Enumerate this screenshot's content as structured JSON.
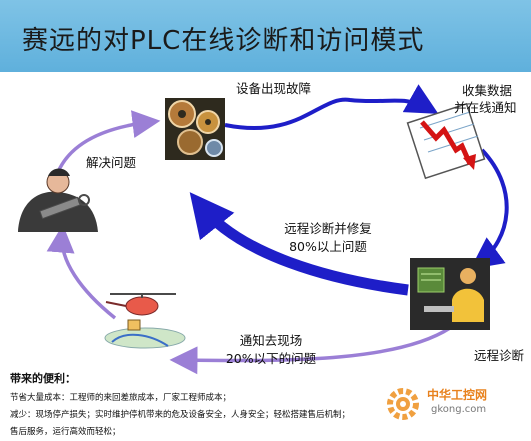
{
  "header": {
    "title": "赛远的对PLC在线诊断和访问模式"
  },
  "flow": {
    "fault": "设备出现故障",
    "collect_line1": "收集数据",
    "collect_line2": "并在线通知",
    "remote_repair_line1": "远程诊断并修复",
    "remote_repair_line2": "80%以上问题",
    "remote_diagnosis": "远程诊断",
    "onsite_line1": "通知去现场",
    "onsite_line2": "20%以下的问题",
    "solve": "解决问题"
  },
  "benefits": {
    "title": "带来的便利：",
    "line1": "节省大量成本：工程师的来回差旅成本，厂家工程师成本；",
    "line2": "减少：现场停产损失；实时维护停机带来的危及设备安全，人身安全；轻松搭建售后机制；",
    "line3": "售后服务，运行高效而轻松；"
  },
  "logo": {
    "name": "中华工控网",
    "url": "gkong.com"
  },
  "colors": {
    "header": "#6bb8e0",
    "arrow": "#1e1ec8",
    "return_arrow": "#9b7fd6"
  }
}
